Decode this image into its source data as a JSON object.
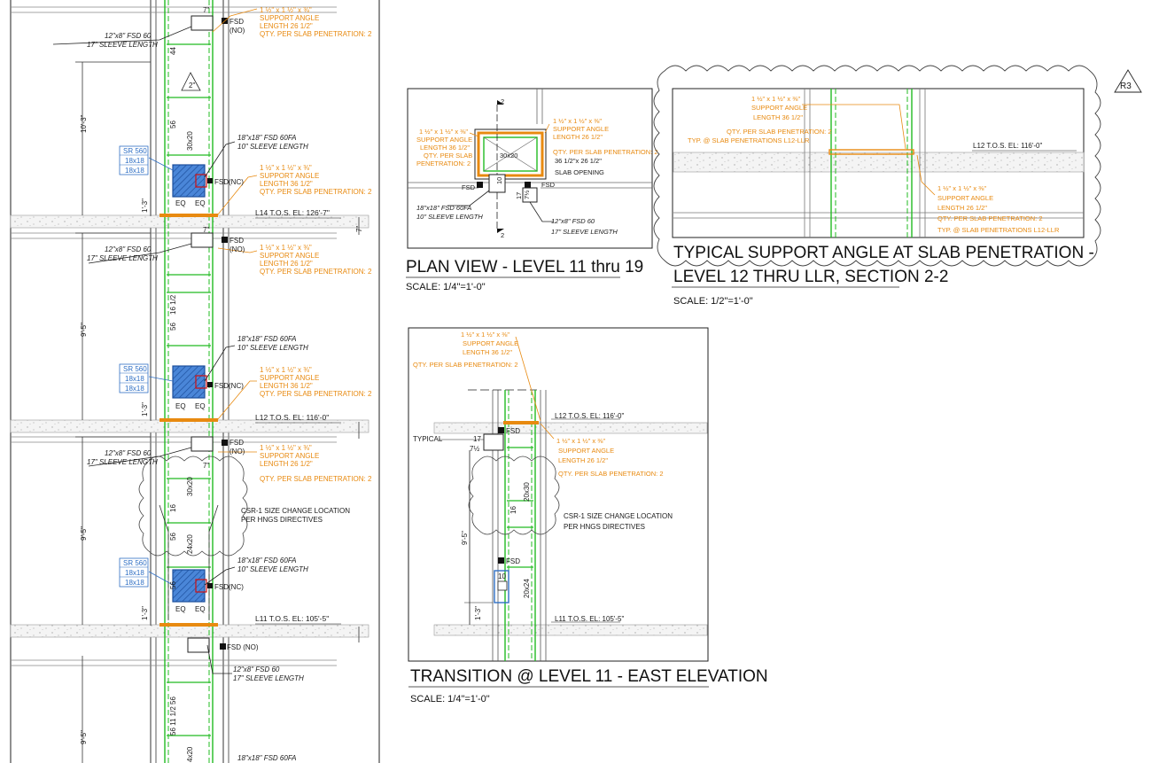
{
  "colors": {
    "annotation": "#e88a10",
    "duct": "#22bb22",
    "damper": "#2f6fc4",
    "slab": "#b5b5b5",
    "line": "#222222",
    "fsd_red": "#d01010"
  },
  "elevation": {
    "levels": [
      {
        "label": "L14 T.O.S. EL: 126'-7\""
      },
      {
        "label": "L12 T.O.S. EL: 116'-0\""
      },
      {
        "label": "L11 T.O.S. EL: 105'-5\""
      }
    ],
    "dims": [
      "10'-3\"",
      "9'-5\"",
      "9'-5\"",
      "9'-5\"",
      "1'-3\"",
      "1'-3\"",
      "1'-3\"",
      "7\"",
      "7\"",
      "7\"",
      "7\""
    ],
    "duct_sizes": [
      "30x20",
      "30x20",
      "24x20",
      "4x20"
    ],
    "duct_marks": [
      "44",
      "56",
      "16 1/2",
      "56",
      "16",
      "56",
      "56",
      "56 11 1/2",
      "56"
    ],
    "fsd_tags": [
      "FSD",
      "(NO)",
      "FSD",
      "(NO)",
      "FSD",
      "(NO)",
      "FSD (NO)",
      "FSD(NC)",
      "FSD(NC)",
      "FSD(NC)"
    ],
    "sleeve_notes": [
      {
        "line1": "12\"x8\" FSD 60",
        "line2": "17\" SLEEVE LENGTH"
      },
      {
        "line1": "12\"x8\" FSD 60",
        "line2": "17\" SLEEVE LENGTH"
      },
      {
        "line1": "12\"x8\" FSD 60",
        "line2": "17\" SLEEVE LENGTH"
      },
      {
        "line1": "12\"x8\" FSD 60",
        "line2": "17\" SLEEVE LENGTH"
      }
    ],
    "fa_notes": [
      {
        "line1": "18\"x18\" FSD 60FA",
        "line2": "10\" SLEEVE LENGTH"
      },
      {
        "line1": "18\"x18\" FSD 60FA",
        "line2": "10\" SLEEVE LENGTH"
      },
      {
        "line1": "18\"x18\" FSD 60FA",
        "line2": "10\" SLEEVE LENGTH"
      },
      {
        "line1": "18\"x18\" FSD 60FA"
      }
    ],
    "grilles": [
      {
        "tag": "SR 560",
        "s1": "18x18",
        "s2": "18x18"
      },
      {
        "tag": "SR 560",
        "s1": "18x18",
        "s2": "18x18"
      },
      {
        "tag": "SR 560",
        "s1": "18x18",
        "s2": "18x18"
      }
    ],
    "angle_notes": [
      {
        "l1": "1 ½\" x 1 ½\" x ⅜\"",
        "l2": "SUPPORT ANGLE",
        "l3": "LENGTH 26 1/2\"",
        "l4": "QTY. PER SLAB PENETRATION: 2"
      },
      {
        "l1": "1 ½\" x 1 ½\" x ⅜\"",
        "l2": "SUPPORT ANGLE",
        "l3": "LENGTH 36 1/2\"",
        "l4": "QTY. PER SLAB PENETRATION: 2"
      },
      {
        "l1": "1 ½\" x 1 ½\" x ⅜\"",
        "l2": "SUPPORT ANGLE",
        "l3": "LENGTH 26 1/2\"",
        "l4": "QTY. PER SLAB PENETRATION: 2"
      },
      {
        "l1": "1 ½\" x 1 ½\" x ⅜\"",
        "l2": "SUPPORT ANGLE",
        "l3": "LENGTH 36 1/2\"",
        "l4": "QTY. PER SLAB PENETRATION: 2"
      },
      {
        "l1": "1 ½\" x 1 ½\" x ⅜\"",
        "l2": "SUPPORT ANGLE",
        "l3": "LENGTH 26 1/2\"",
        "l4": "QTY. PER SLAB PENETRATION: 2"
      }
    ],
    "eq": "EQ",
    "slope": "2\"",
    "size_change": {
      "l1": "CSR-1 SIZE CHANGE LOCATION",
      "l2": "PER HNGS DIRECTIVES"
    }
  },
  "plan": {
    "title": "PLAN VIEW - LEVEL 11 thru 19",
    "scale": "SCALE: 1/4\"=1'-0\"",
    "left_note": {
      "l1": "1 ½\" x 1 ½\" x ⅜\"",
      "l2": "SUPPORT ANGLE",
      "l3": "LENGTH 36 1/2\"",
      "l4": "QTY. PER SLAB",
      "l5": "PENETRATION: 2"
    },
    "right_note": {
      "l1": "1 ½\" x 1 ½\" x ⅜\"",
      "l2": "SUPPORT ANGLE",
      "l3": "LENGTH 26 1/2\"",
      "l4": "QTY. PER SLAB PENETRATION: 2"
    },
    "opening": {
      "l1": "36 1/2\"x 26 1/2\"",
      "l2": "SLAB OPENING"
    },
    "duct": "30x20",
    "section_mark": "2",
    "fsd": "FSD",
    "dims": [
      "10",
      "17",
      "7½"
    ],
    "fa_note": {
      "l1": "18\"x18\" FSD 60FA",
      "l2": "10\" SLEEVE LENGTH"
    },
    "sleeve_note": {
      "l1": "12\"x8\" FSD 60",
      "l2": "17\" SLEEVE LENGTH"
    }
  },
  "typical": {
    "title_line1": "TYPICAL SUPPORT ANGLE AT SLAB PENETRATION -",
    "title_line2": "LEVEL 12 THRU LLR, SECTION 2-2",
    "scale": "SCALE: 1/2\"=1'-0\"",
    "revision": "R3",
    "level": "L12 T.O.S. EL: 116'-0\"",
    "top_note": {
      "l1": "1 ½\" x 1 ½\" x ⅜\"",
      "l2": "SUPPORT ANGLE",
      "l3": "LENGTH 36 1/2\"",
      "l4": "QTY. PER SLAB PENETRATION: 2",
      "l5": "TYP. @ SLAB PENETRATIONS L12-LLR"
    },
    "bottom_note": {
      "l1": "1 ½\" x 1 ½\" x ⅜\"",
      "l2": "SUPPORT ANGLE",
      "l3": "LENGTH 26 1/2\"",
      "l4": "QTY. PER SLAB PENETRATION: 2",
      "l5": "TYP. @ SLAB PENETRATIONS L12-LLR"
    }
  },
  "transition": {
    "title": "TRANSITION @ LEVEL 11 - EAST ELEVATION",
    "scale": "SCALE: 1/4\"=1'-0\"",
    "levels": [
      "L12 T.O.S. EL: 116'-0\"",
      "L11 T.O.S. EL: 105'-5\""
    ],
    "top_note": {
      "l1": "1 ½\" x 1 ½\" x ⅜\"",
      "l2": "SUPPORT ANGLE",
      "l3": "LENGTH 36 1/2\"",
      "l4": "QTY. PER SLAB PENETRATION: 2"
    },
    "right_note": {
      "l1": "1 ½\" x 1 ½\" x ⅜\"",
      "l2": "SUPPORT ANGLE",
      "l3": "LENGTH 26 1/2\"",
      "l4": "QTY. PER SLAB PENETRATION: 2"
    },
    "typical": "TYPICAL",
    "fsd": "FSD",
    "dims": [
      "17",
      "7½",
      "9'-5\"",
      "1'-3\"",
      "10"
    ],
    "sizes": [
      "20x30",
      "20x24"
    ],
    "mark": "16",
    "size_change": {
      "l1": "CSR-1 SIZE CHANGE LOCATION",
      "l2": "PER HNGS DIRECTIVES"
    }
  }
}
